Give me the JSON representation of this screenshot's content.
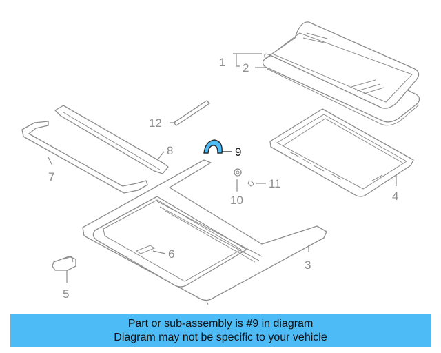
{
  "callouts": {
    "c1": "1",
    "c2": "2",
    "c3": "3",
    "c4": "4",
    "c5": "5",
    "c6": "6",
    "c7": "7",
    "c8": "8",
    "c9": "9",
    "c10": "10",
    "c11": "11",
    "c12": "12"
  },
  "highlight": {
    "part_number": "9",
    "color": "#4dbbf6"
  },
  "banner": {
    "line1": "Part or sub-assembly is #9 in diagram",
    "line2": "Diagram may not be specific to your vehicle",
    "background": "#4dbbf6"
  },
  "colors": {
    "line": "#8c8c8c",
    "highlight_label": "#1a1a1a"
  }
}
